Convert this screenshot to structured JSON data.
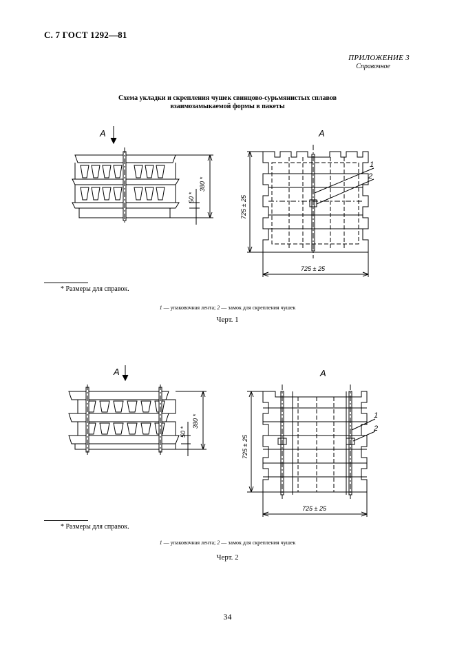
{
  "header": {
    "doc_ref": "С. 7 ГОСТ 1292—81"
  },
  "appendix": {
    "title": "ПРИЛОЖЕНИЕ 3",
    "subtitle": "Справочное"
  },
  "scheme_title": {
    "line1": "Схема укладки и скрепления чушек свинцово-сурьмянистых сплавов",
    "line2": "взаимозамыкаемой формы в пакеты"
  },
  "figure1": {
    "view_label_side": "А",
    "view_label_top": "А",
    "dim_height": "380 *",
    "dim_step": "50 *",
    "dim_width": "725 ± 25",
    "dim_depth": "725 ± 25",
    "callout_1": "1",
    "callout_2": "2",
    "footnote": "* Размеры для справок.",
    "legend_n1": "1",
    "legend_t1": " — упаковочная лента; ",
    "legend_n2": "2",
    "legend_t2": " — замок для скрепления чушек",
    "caption": "Черт. 1"
  },
  "figure2": {
    "view_label_side": "А",
    "view_label_top": "А",
    "dim_height": "380 *",
    "dim_step": "50 *",
    "dim_width": "725 ± 25",
    "dim_depth": "725 ± 25",
    "callout_1": "1",
    "callout_2": "2",
    "footnote": "* Размеры для справок.",
    "legend_n1": "1",
    "legend_t1": " — упаковочная лента; ",
    "legend_n2": "2",
    "legend_t2": " — замок для скрепления чушек",
    "caption": "Черт. 2"
  },
  "page_number": "34"
}
